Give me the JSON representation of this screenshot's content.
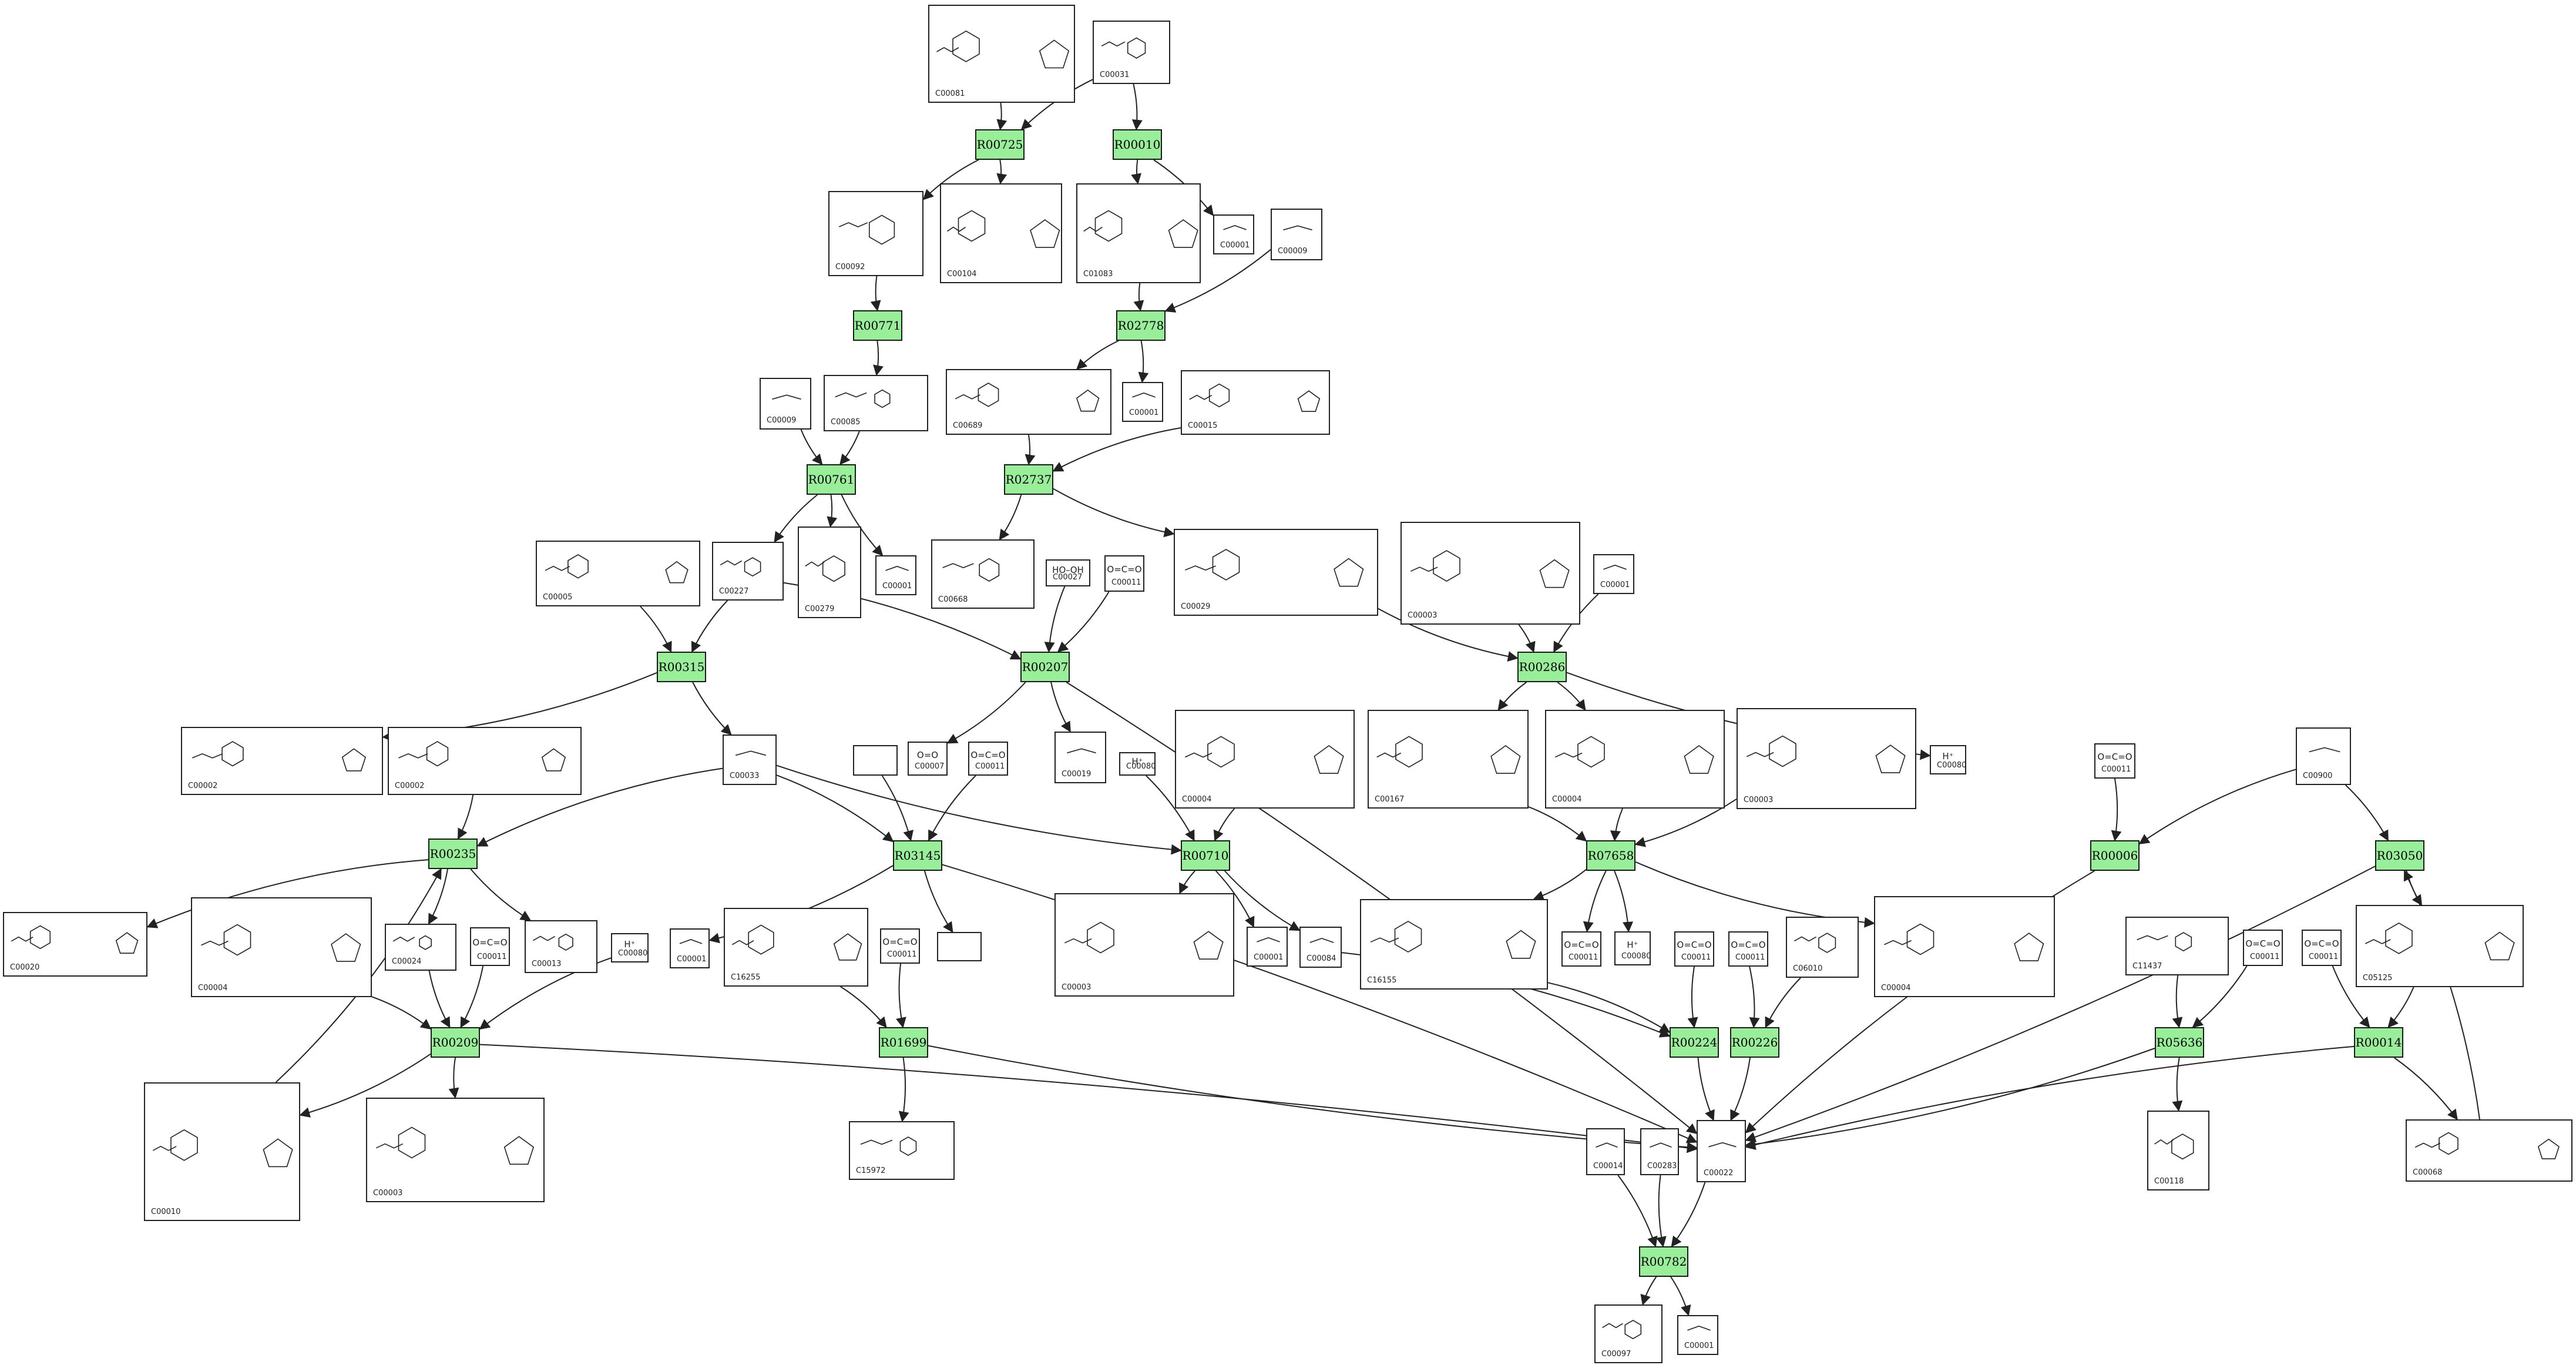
{
  "colors": {
    "reaction_fill": "#99ee99",
    "edge": "#222222",
    "box_border": "#222222"
  },
  "reactions": [
    {
      "id": "R00725"
    },
    {
      "id": "R00010"
    },
    {
      "id": "R00771"
    },
    {
      "id": "R02778"
    },
    {
      "id": "R00761"
    },
    {
      "id": "R02737"
    },
    {
      "id": "R00315"
    },
    {
      "id": "R00207"
    },
    {
      "id": "R00286"
    },
    {
      "id": "R00235"
    },
    {
      "id": "R03145"
    },
    {
      "id": "R00710"
    },
    {
      "id": "R07658"
    },
    {
      "id": "R00006"
    },
    {
      "id": "R03050"
    },
    {
      "id": "R00209"
    },
    {
      "id": "R01699"
    },
    {
      "id": "R00224"
    },
    {
      "id": "R00226"
    },
    {
      "id": "R05636"
    },
    {
      "id": "R00014"
    },
    {
      "id": "R00782"
    }
  ],
  "compounds": [
    {
      "key": "c00081_top",
      "cid": "C00081",
      "label": ""
    },
    {
      "key": "c00031_top",
      "cid": "C00031",
      "label": ""
    },
    {
      "key": "c00092",
      "cid": "C00092",
      "label": ""
    },
    {
      "key": "c00104",
      "cid": "C00104",
      "label": ""
    },
    {
      "key": "c01083",
      "cid": "C01083",
      "label": ""
    },
    {
      "key": "c00001_a",
      "cid": "C00001",
      "label": ""
    },
    {
      "key": "c00009_a",
      "cid": "C00009",
      "label": ""
    },
    {
      "key": "c00009_b",
      "cid": "C00009",
      "label": ""
    },
    {
      "key": "c00085",
      "cid": "C00085",
      "label": ""
    },
    {
      "key": "c00689",
      "cid": "C00689",
      "label": ""
    },
    {
      "key": "c00001_b",
      "cid": "C00001",
      "label": ""
    },
    {
      "key": "c00015",
      "cid": "C00015",
      "label": ""
    },
    {
      "key": "c00005",
      "cid": "C00005",
      "label": ""
    },
    {
      "key": "c00227",
      "cid": "C00227",
      "label": ""
    },
    {
      "key": "c00279",
      "cid": "C00279",
      "label": ""
    },
    {
      "key": "c00001_c",
      "cid": "C00001",
      "label": ""
    },
    {
      "key": "c00668",
      "cid": "C00668",
      "label": ""
    },
    {
      "key": "c00027",
      "cid": "C00027",
      "label": "HO–OH"
    },
    {
      "key": "c00011_a",
      "cid": "C00011",
      "label": "O=C=O"
    },
    {
      "key": "c00029",
      "cid": "C00029",
      "label": ""
    },
    {
      "key": "c00003_a",
      "cid": "C00003",
      "label": ""
    },
    {
      "key": "c00001_d",
      "cid": "C00001",
      "label": ""
    },
    {
      "key": "c00002_a",
      "cid": "C00002",
      "label": ""
    },
    {
      "key": "c00002_b",
      "cid": "C00002",
      "label": ""
    },
    {
      "key": "c00033",
      "cid": "C00033",
      "label": ""
    },
    {
      "key": "blank_a",
      "cid": "",
      "label": ""
    },
    {
      "key": "c00007",
      "cid": "C00007",
      "label": "O=O"
    },
    {
      "key": "c00011_b",
      "cid": "C00011",
      "label": "O=C=O"
    },
    {
      "key": "c00019",
      "cid": "C00019",
      "label": ""
    },
    {
      "key": "c00080_a",
      "cid": "C00080",
      "label": "H⁺"
    },
    {
      "key": "c00004_a",
      "cid": "C00004",
      "label": ""
    },
    {
      "key": "c00167",
      "cid": "C00167",
      "label": ""
    },
    {
      "key": "c00004_b",
      "cid": "C00004",
      "label": ""
    },
    {
      "key": "c00003_b",
      "cid": "C00003",
      "label": ""
    },
    {
      "key": "c00080_b",
      "cid": "C00080",
      "label": "H⁺"
    },
    {
      "key": "c00011_c",
      "cid": "C00011",
      "label": "O=C=O"
    },
    {
      "key": "c00900",
      "cid": "C00900",
      "label": ""
    },
    {
      "key": "c00020",
      "cid": "C00020",
      "label": ""
    },
    {
      "key": "c00004_c",
      "cid": "C00004",
      "label": ""
    },
    {
      "key": "c00024",
      "cid": "C00024",
      "label": ""
    },
    {
      "key": "c00011_d",
      "cid": "C00011",
      "label": "O=C=O"
    },
    {
      "key": "c00013",
      "cid": "C00013",
      "label": ""
    },
    {
      "key": "c00080_c",
      "cid": "C00080",
      "label": "H⁺"
    },
    {
      "key": "c00001_e",
      "cid": "C00001",
      "label": ""
    },
    {
      "key": "c16255",
      "cid": "C16255",
      "label": ""
    },
    {
      "key": "c00011_e",
      "cid": "C00011",
      "label": "O=C=O"
    },
    {
      "key": "blank_b",
      "cid": "",
      "label": ""
    },
    {
      "key": "c00003_c",
      "cid": "C00003",
      "label": ""
    },
    {
      "key": "c00001_f",
      "cid": "C00001",
      "label": ""
    },
    {
      "key": "c00084",
      "cid": "C00084",
      "label": ""
    },
    {
      "key": "c16155",
      "cid": "C16155",
      "label": ""
    },
    {
      "key": "c00011_f",
      "cid": "C00011",
      "label": "O=C=O"
    },
    {
      "key": "c00080_d",
      "cid": "C00080",
      "label": "H⁺"
    },
    {
      "key": "c00011_g",
      "cid": "C00011",
      "label": "O=C=O"
    },
    {
      "key": "c00011_h",
      "cid": "C00011",
      "label": "O=C=O"
    },
    {
      "key": "c06010",
      "cid": "C06010",
      "label": ""
    },
    {
      "key": "c00004_d",
      "cid": "C00004",
      "label": ""
    },
    {
      "key": "c11437",
      "cid": "C11437",
      "label": ""
    },
    {
      "key": "c00011_i",
      "cid": "C00011",
      "label": "O=C=O"
    },
    {
      "key": "c00011_j",
      "cid": "C00011",
      "label": "O=C=O"
    },
    {
      "key": "c05125",
      "cid": "C05125",
      "label": ""
    },
    {
      "key": "c00010",
      "cid": "C00010",
      "label": ""
    },
    {
      "key": "c00003_d",
      "cid": "C00003",
      "label": ""
    },
    {
      "key": "c15972",
      "cid": "C15972",
      "label": ""
    },
    {
      "key": "c00014",
      "cid": "C00014",
      "label": ""
    },
    {
      "key": "c00283",
      "cid": "C00283",
      "label": ""
    },
    {
      "key": "c00022",
      "cid": "C00022",
      "label": ""
    },
    {
      "key": "c00118",
      "cid": "C00118",
      "label": ""
    },
    {
      "key": "c00068",
      "cid": "C00068",
      "label": ""
    },
    {
      "key": "c00097",
      "cid": "C00097",
      "label": ""
    },
    {
      "key": "c00001_g",
      "cid": "C00001",
      "label": ""
    }
  ]
}
